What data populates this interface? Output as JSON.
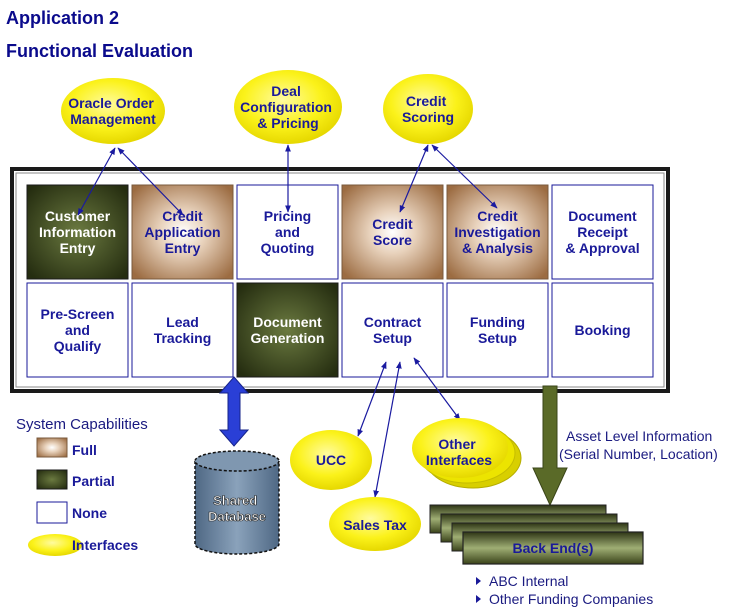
{
  "header": {
    "title": "Application 2",
    "subtitle": "Functional Evaluation"
  },
  "colors": {
    "title": "#0a0a8c",
    "text": "#1a1a99",
    "full_box": "#a87a52",
    "partial_box": "#2e3618",
    "interface_fill": "#f7f20a",
    "database_fill": "#6f88a3",
    "db_arrow": "#2a3fd6",
    "green_arrow": "#5a6a28",
    "connector": "#1a1aa0"
  },
  "interfaces_top": [
    {
      "name": "oracle",
      "lines": [
        "Oracle Order",
        "Management"
      ]
    },
    {
      "name": "deal",
      "lines": [
        "Deal",
        "Configuration",
        "& Pricing"
      ]
    },
    {
      "name": "credit-scoring",
      "lines": [
        "Credit",
        "Scoring"
      ]
    }
  ],
  "capabilities_row1": [
    {
      "name": "customer-information-entry",
      "status": "partial",
      "lines": [
        "Customer",
        "Information",
        "Entry"
      ]
    },
    {
      "name": "credit-application-entry",
      "status": "full",
      "lines": [
        "Credit",
        "Application",
        "Entry"
      ]
    },
    {
      "name": "pricing-and-quoting",
      "status": "none",
      "lines": [
        "Pricing",
        "and",
        "Quoting"
      ]
    },
    {
      "name": "credit-score",
      "status": "full",
      "lines": [
        "Credit",
        "Score"
      ]
    },
    {
      "name": "credit-investigation",
      "status": "full",
      "lines": [
        "Credit",
        "Investigation",
        "& Analysis"
      ]
    },
    {
      "name": "document-receipt",
      "status": "none",
      "lines": [
        "Document",
        "Receipt",
        "& Approval"
      ]
    }
  ],
  "capabilities_row2": [
    {
      "name": "pre-screen",
      "status": "none",
      "lines": [
        "Pre-Screen",
        "and",
        "Qualify"
      ]
    },
    {
      "name": "lead-tracking",
      "status": "none",
      "lines": [
        "Lead",
        "Tracking"
      ]
    },
    {
      "name": "document-generation",
      "status": "partial",
      "lines": [
        "Document",
        "Generation"
      ]
    },
    {
      "name": "contract-setup",
      "status": "none",
      "lines": [
        "Contract",
        "Setup"
      ]
    },
    {
      "name": "funding-setup",
      "status": "none",
      "lines": [
        "Funding",
        "Setup"
      ]
    },
    {
      "name": "booking",
      "status": "none",
      "lines": [
        "Booking"
      ]
    }
  ],
  "legend": {
    "title": "System Capabilities",
    "items": [
      {
        "status": "full",
        "label": "Full"
      },
      {
        "status": "partial",
        "label": "Partial"
      },
      {
        "status": "none",
        "label": "None"
      },
      {
        "status": "interface",
        "label": "Interfaces"
      }
    ]
  },
  "interfaces_bottom": {
    "ucc": "UCC",
    "other": [
      "Other",
      "Interfaces"
    ],
    "sales_tax": "Sales Tax"
  },
  "database": [
    "Shared",
    "Database"
  ],
  "asset_info": [
    "Asset Level Information",
    "(Serial Number, Location)"
  ],
  "back_end": {
    "label": "Back End(s)",
    "items": [
      "ABC Internal",
      "Other Funding Companies"
    ]
  }
}
